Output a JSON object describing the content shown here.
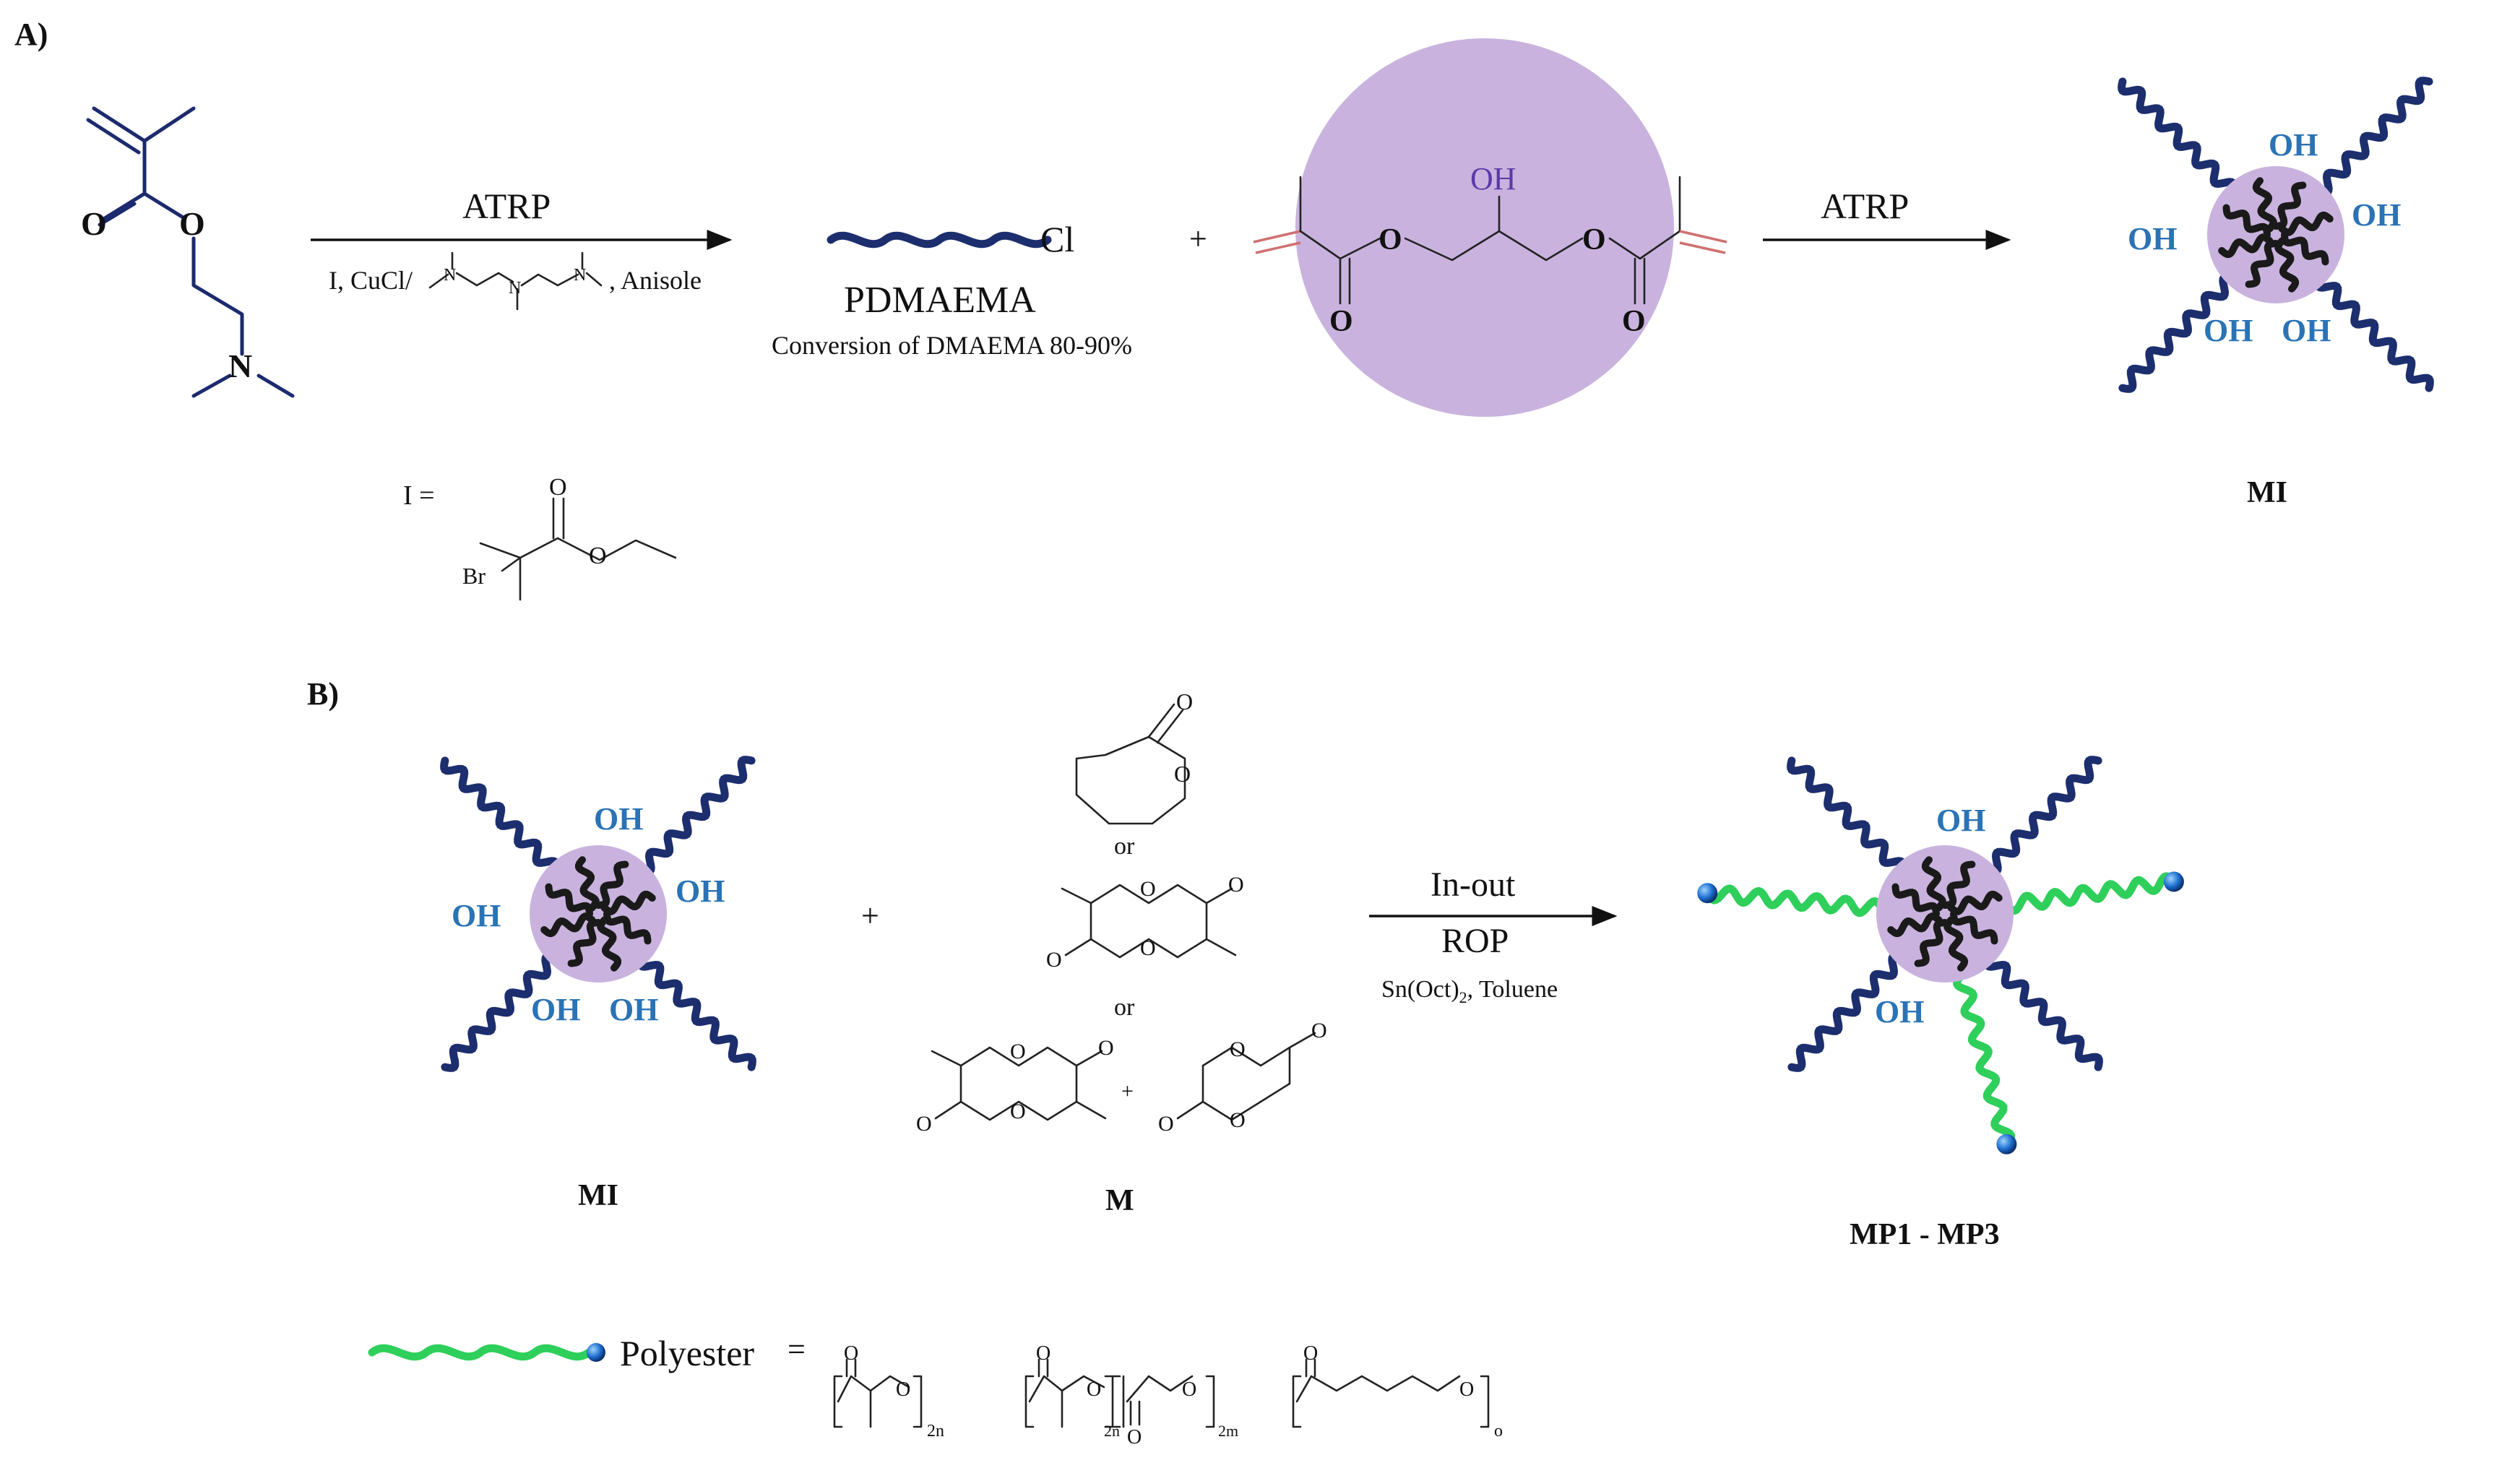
{
  "panelA": {
    "label": "A)",
    "atoms": {
      "O1": "O",
      "O2": "O",
      "N": "N"
    },
    "arrow1": {
      "top": "ATRP",
      "conditions_prefix": "I, CuCl/",
      "conditions_suffix": ", Anisole"
    },
    "pmdeta_atoms": [
      "N",
      "N",
      "N"
    ],
    "chain_end": "Cl",
    "product_name": "PDMAEMA",
    "conversion": "Conversion of DMAEMA 80-90%",
    "plus": "+",
    "crosslinker_atoms": {
      "oh": "OH",
      "o_left": "O",
      "o_right": "O",
      "o_left_carbonyl": "O",
      "o_right_carbonyl": "O"
    },
    "arrow2": {
      "top": "ATRP"
    },
    "star_oh": [
      "OH",
      "OH",
      "OH",
      "OH",
      "OH"
    ],
    "product_label": "MI",
    "initiator": {
      "prefix": "I =",
      "o_carbonyl": "O",
      "o_ester": "O",
      "br": "Br"
    }
  },
  "panelB": {
    "label": "B)",
    "star_oh": [
      "OH",
      "OH",
      "OH",
      "OH",
      "OH"
    ],
    "star_label": "MI",
    "plus": "+",
    "monomers": {
      "or1": "or",
      "or2": "or",
      "plus_small": "+",
      "ring_o": "O",
      "label": "M"
    },
    "arrow": {
      "top": "In-out",
      "bottom": "ROP",
      "conditions": "Sn(Oct)2, Toluene",
      "cond_main": "Sn(Oct)",
      "cond_sub": "2",
      "cond_rest": ", Toluene"
    },
    "product_oh": [
      "OH",
      "OH"
    ],
    "product_label": "MP1 - MP3"
  },
  "legend": {
    "name": "Polyester",
    "eq": "=",
    "atoms": "O",
    "sub_n": "2n",
    "sub_m": "2m",
    "sub_o": "o"
  },
  "colors": {
    "pdmaema_chain": "#1c2e6e",
    "polyester_chain": "#2ecf5a",
    "core": "#c9b3de",
    "oh_text": "#2a73b5",
    "vinyl": "#d07070",
    "end_bead": "#1e6fd0"
  }
}
